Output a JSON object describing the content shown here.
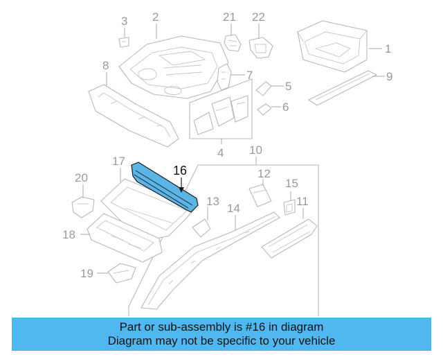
{
  "diagram": {
    "highlight_color": "#5ab4e6",
    "part_numbers": {
      "p1": "1",
      "p2": "2",
      "p3": "3",
      "p4": "4",
      "p5": "5",
      "p6": "6",
      "p7": "7",
      "p8": "8",
      "p9": "9",
      "p10": "10",
      "p11": "11",
      "p12": "12",
      "p13": "13",
      "p14": "14",
      "p15": "15",
      "p16": "16",
      "p17": "17",
      "p18": "18",
      "p19": "19",
      "p20": "20",
      "p21": "21",
      "p22": "22"
    },
    "highlighted_part": "16"
  },
  "banner": {
    "line1": "Part or sub-assembly is #16 in diagram",
    "line2": "Diagram may not be specific to your vehicle",
    "color": "#4fb8f0"
  }
}
